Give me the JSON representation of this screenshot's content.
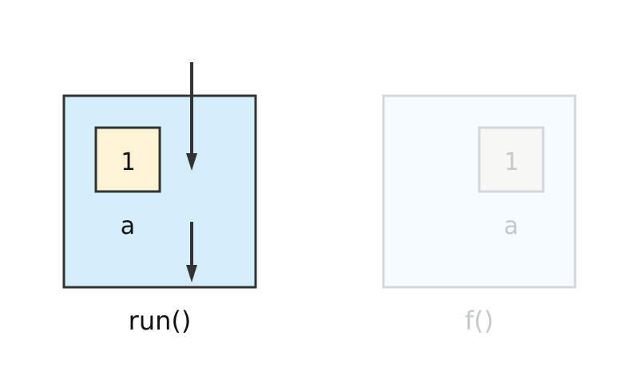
{
  "frames": [
    {
      "name": "run()",
      "active": true,
      "variables": [
        {
          "name": "a",
          "value": "1"
        }
      ],
      "colors": {
        "frame_fill": "#d5eefc",
        "frame_stroke": "#333333",
        "box_fill": "#fff3d6",
        "box_stroke": "#333333",
        "text": "#111111"
      }
    },
    {
      "name": "f()",
      "active": false,
      "variables": [
        {
          "name": "a",
          "value": "1"
        }
      ],
      "colors": {
        "frame_fill": "#f5fbfe",
        "frame_stroke": "#d3d7d9",
        "box_fill": "#f7f8f6",
        "box_stroke": "#d3d7d9",
        "text": "#c6c9cb"
      }
    }
  ],
  "arrow_color": "#333333"
}
